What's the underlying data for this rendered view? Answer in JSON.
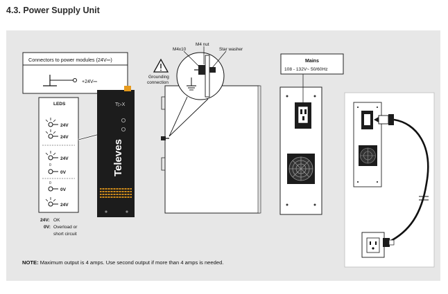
{
  "section_title": "4.3. Power Supply Unit",
  "connectors": {
    "caption": "Connectors to power modules (24V⎓)",
    "label": "+24V⎓"
  },
  "leds": {
    "title": "LEDS",
    "rows": [
      "24V",
      "24V",
      "24V",
      "0V",
      "0V",
      "24V"
    ],
    "legend": [
      {
        "key": "24V:",
        "text": "OK"
      },
      {
        "key": "0V:",
        "text": "Overload or"
      },
      {
        "key": "",
        "text": "short circuit"
      }
    ]
  },
  "module": {
    "brand": "Televes",
    "logo": "T▷X"
  },
  "grounding": {
    "screw": "M4x10",
    "nut": "M4 nut",
    "washer": "Star washer",
    "label_line1": "Grounding",
    "label_line2": "connection"
  },
  "mains": {
    "title": "Mains",
    "spec": "108 - 132V~  50/60Hz"
  },
  "note": {
    "label": "NOTE:",
    "text": "Maximum output is 4 amps. Use second output if more than 4 amps is needed."
  },
  "colors": {
    "panel": "#e7e7e7",
    "module_body": "#1c1c1c",
    "brand_orange": "#e69a1c",
    "title_text": "#2b2b2b"
  }
}
